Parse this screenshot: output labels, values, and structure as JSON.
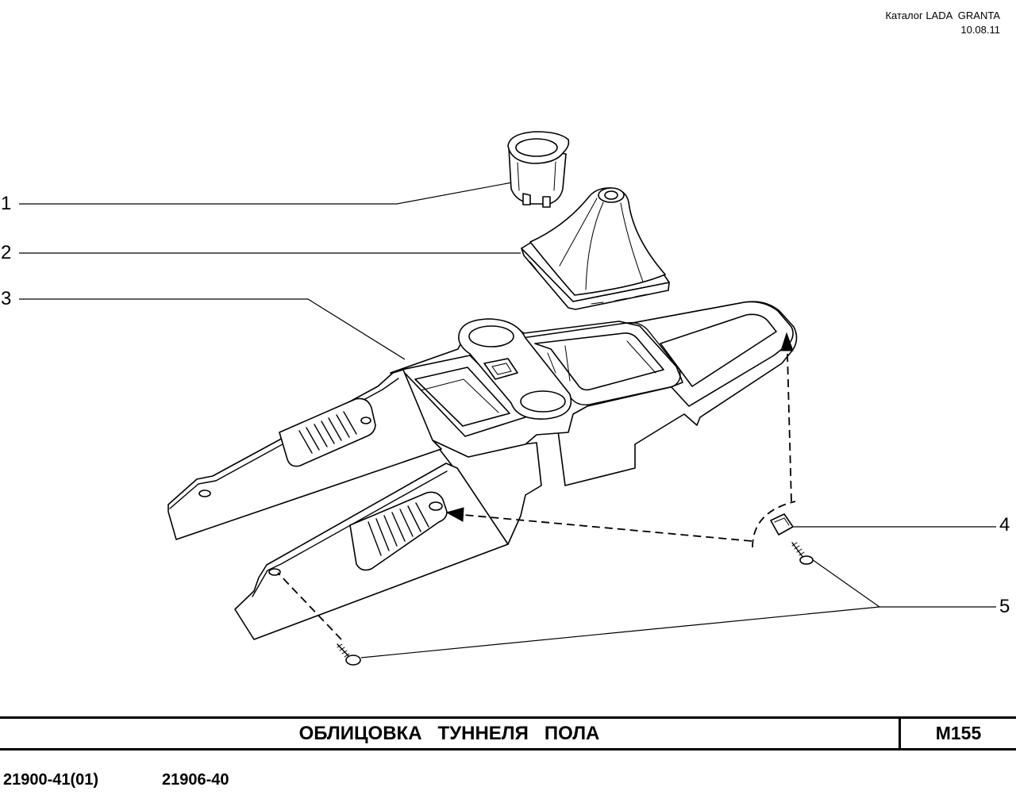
{
  "header": {
    "catalog": "Каталог LADA  GRANTA",
    "date": "10.08.11"
  },
  "callouts": [
    "1",
    "2",
    "3",
    "4",
    "5"
  ],
  "title_block": {
    "title": "ОБЛИЦОВКА   ТУННЕЛЯ   ПОЛА",
    "code": "M155"
  },
  "models": [
    "21900-41(01)",
    "21906-40"
  ],
  "colors": {
    "ink": "#000000",
    "paper": "#ffffff"
  }
}
